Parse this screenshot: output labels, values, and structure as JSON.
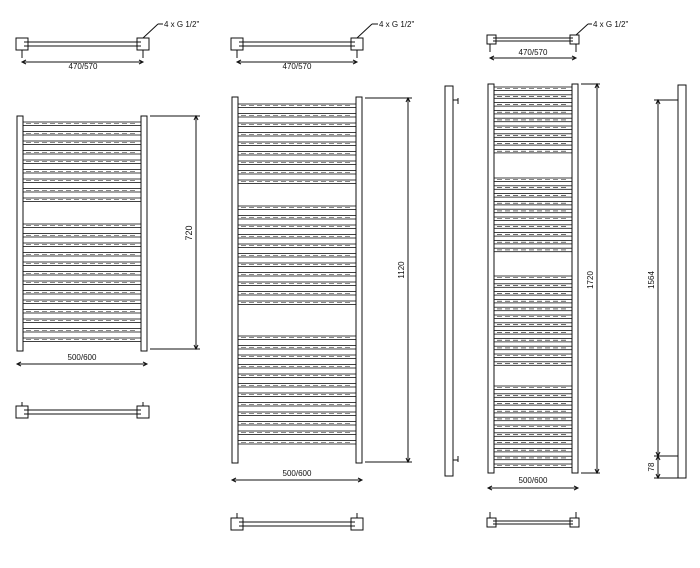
{
  "labels": {
    "connection_note": "4 x G 1/2\"",
    "axis_width": "470/570",
    "overall_width": "500/600",
    "height_small": "720",
    "height_medium": "1120",
    "height_large": "1720",
    "height_side": "1564",
    "offset_side": "78"
  },
  "colors": {
    "line": "#111111",
    "background": "#ffffff"
  }
}
